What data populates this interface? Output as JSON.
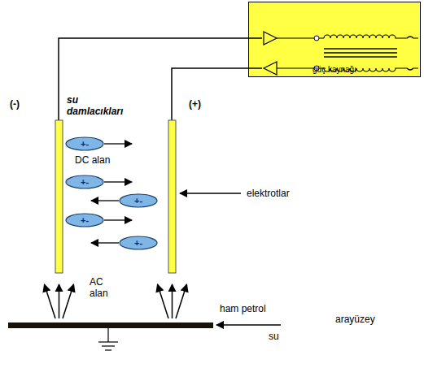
{
  "diagram": {
    "nodes": [
      {
        "text": [
          "güç kaynağı"
        ]
      },
      {
        "text": [
          "+-"
        ]
      },
      {
        "text": [
          "+-"
        ]
      },
      {
        "text": [
          "+-"
        ]
      },
      {
        "text": [
          "+-"
        ]
      },
      {
        "text": [
          "+-"
        ]
      }
    ],
    "labels": [
      "(-)",
      "su damlacıkları",
      "(+)",
      "DC alan",
      "elektrotlar",
      "AC alan",
      "ham petrol",
      "arayüzey",
      "su"
    ]
  }
}
